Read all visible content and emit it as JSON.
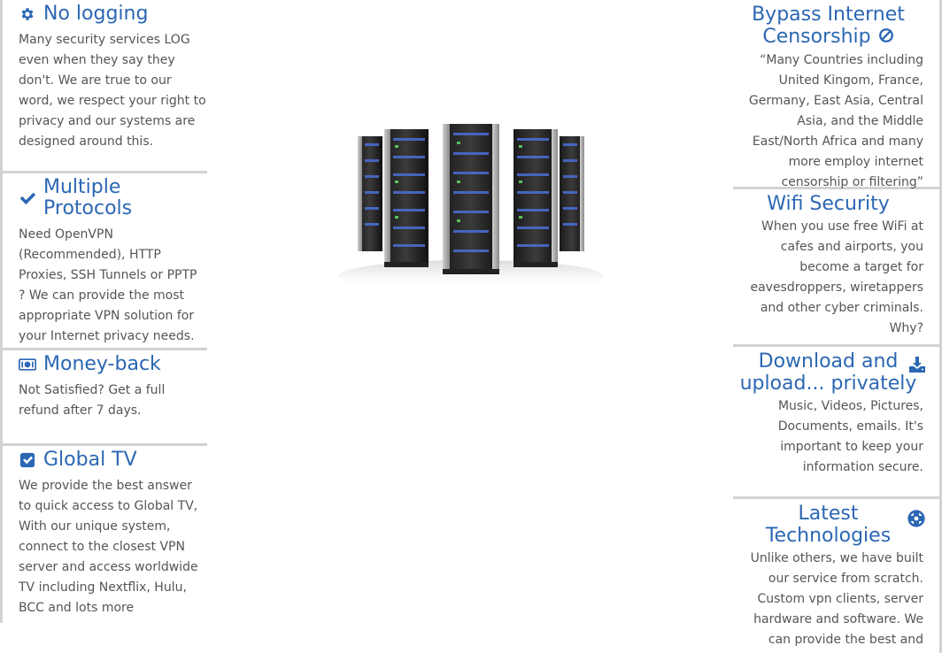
{
  "colors": {
    "accent": "#2b67b3",
    "text": "#555555",
    "divider": "#d2d2d2"
  },
  "left_features": [
    {
      "icon": "gear-icon",
      "title": "No logging",
      "text": "Many security services LOG even when they say they don't. We are true to our word, we respect your right to privacy and our systems are designed around this."
    },
    {
      "icon": "checkmark-icon",
      "title": "Multiple Protocols",
      "text": "Need OpenVPN (Recommended), HTTP Proxies, SSH Tunnels or PPTP ? We can provide the most appropriate VPN solution for your Internet privacy needs."
    },
    {
      "icon": "money-icon",
      "title": "Money-back",
      "text": "Not Satisfied? Get a full refund after 7 days."
    },
    {
      "icon": "checkbox-icon",
      "title": "Global TV",
      "text": "We provide the best answer to quick access to Global TV, With our unique system, connect to the closest VPN server and access worldwide TV including Nextflix, Hulu, BCC and lots more"
    }
  ],
  "right_features": [
    {
      "icon": "ban-icon",
      "title": "Bypass Internet Censorship",
      "text": "“Many Countries including United Kingom, France, Germany, East Asia, Central Asia, and the Middle East/North Africa and many more employ internet censorship or filtering”"
    },
    {
      "icon": "",
      "title": "Wifi Security",
      "text": "When you use free WiFi at cafes and airports, you become a target for eavesdroppers, wiretappers and other cyber criminals. Why?"
    },
    {
      "icon": "download-icon",
      "title": "Download and upload... privately",
      "text": "Music, Videos, Pictures, Documents, emails. It's important to keep your information secure."
    },
    {
      "icon": "lifebuoy-icon",
      "title": "Latest Technologies",
      "text": "Unlike others, we have built our service from scratch. Custom vpn clients, server hardware and software. We can provide the best and fastest service to you."
    }
  ]
}
